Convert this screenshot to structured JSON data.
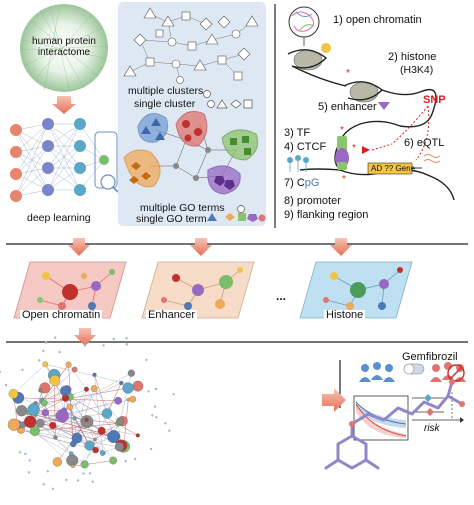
{
  "top_left": {
    "interactome_label": "human protein interactome",
    "model_label": "deep learning"
  },
  "top_middle": {
    "clusters_label": "multiple clusters",
    "single_cluster_label": "single cluster",
    "go_terms_label": "multiple GO terms",
    "single_go_label": "single GO term"
  },
  "top_right": {
    "open_chromatin": "1) open chromatin",
    "histone": "2) histone",
    "histone_mark": "(H3K4)",
    "snp": "SNP",
    "enhancer": "5) enhancer",
    "tf": "3) TF",
    "ctcf": "4) CTCF",
    "eqtl": "6) eQTL",
    "cpg_prefix": "7) C",
    "cpg_p": "p",
    "cpg_g": "G",
    "gene_box": "AD ?? Gene",
    "promoter": "8) promoter",
    "flanking": "9) flanking region"
  },
  "middle_row": {
    "panels": [
      {
        "label": "Open chromatin",
        "color": "#f4c9c4"
      },
      {
        "label": "Enhancer",
        "color": "#f6dcc8"
      },
      {
        "label": "Histone",
        "color": "#bfe0f0"
      }
    ],
    "ellipsis": "..."
  },
  "bottom": {
    "drug_name": "Gemfibrozil",
    "risk_label": "risk"
  },
  "colors": {
    "arrow": "#e8836c",
    "divider": "#222222",
    "cluster_bg": "#dde8f3",
    "snp": "#d62020"
  }
}
